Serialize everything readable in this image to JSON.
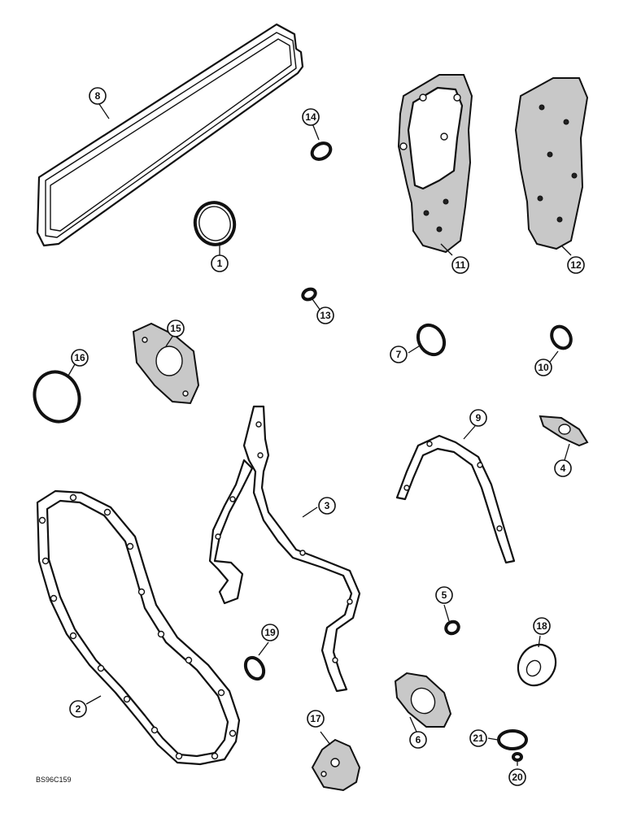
{
  "figure_code": "BS96C159",
  "callouts": [
    "1",
    "2",
    "3",
    "4",
    "5",
    "6",
    "7",
    "8",
    "9",
    "10",
    "11",
    "12",
    "13",
    "14",
    "15",
    "16",
    "17",
    "18",
    "19",
    "20",
    "21"
  ]
}
